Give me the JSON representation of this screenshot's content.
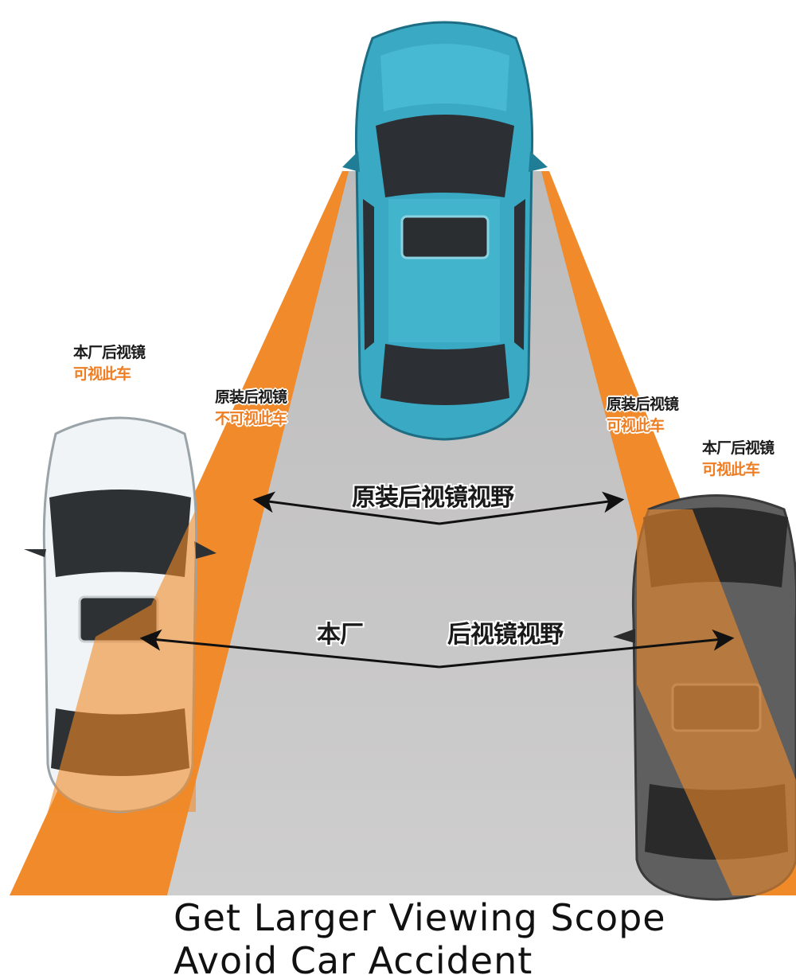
{
  "colors": {
    "road": "#c9c8c8",
    "mirror_zone": "#f08a2a",
    "car_front": "#3aa9c4",
    "car_left": "#f1f4f6",
    "car_right": "#5f5f5f",
    "text_dark": "#1a1a1a",
    "text_orange": "#ef7d22"
  },
  "labels": {
    "left_mirror": {
      "line1": "本厂后视镜",
      "line2": "可视此车"
    },
    "left_original": {
      "line1": "原装后视镜",
      "line2": "不可视此车"
    },
    "right_original": {
      "line1": "原装后视镜",
      "line2": "可视此车"
    },
    "right_mirror": {
      "line1": "本厂后视镜",
      "line2": "可视此车"
    }
  },
  "arrows": {
    "original_view": "原装后视镜视野",
    "factory_view_part1": "本厂",
    "factory_view_part2": "后视镜视野"
  },
  "caption": {
    "line1": "Get Larger Viewing Scope",
    "line2": "Avoid Car Accident"
  }
}
